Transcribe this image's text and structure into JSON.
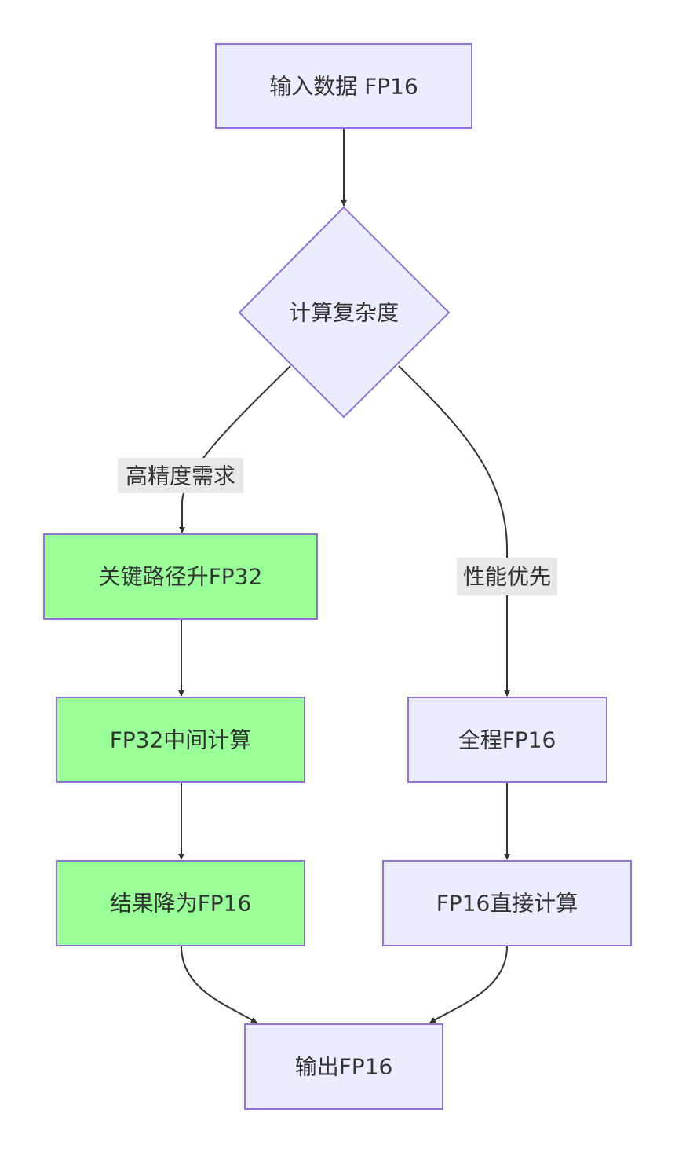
{
  "diagram": {
    "type": "flowchart",
    "nodes": {
      "input": {
        "label": "输入数据 FP16",
        "fill": "#ECECFF",
        "stroke": "#9370DB"
      },
      "decision": {
        "label": "计算复杂度",
        "fill": "#ECECFF",
        "stroke": "#9370DB"
      },
      "upcast": {
        "label": "关键路径升FP32",
        "fill": "#99FF99",
        "stroke": "#9370DB"
      },
      "fp32_compute": {
        "label": "FP32中间计算",
        "fill": "#99FF99",
        "stroke": "#9370DB"
      },
      "downcast": {
        "label": "结果降为FP16",
        "fill": "#99FF99",
        "stroke": "#9370DB"
      },
      "fp16_all": {
        "label": "全程FP16",
        "fill": "#ECECFF",
        "stroke": "#9370DB"
      },
      "fp16_direct": {
        "label": "FP16直接计算",
        "fill": "#ECECFF",
        "stroke": "#9370DB"
      },
      "output": {
        "label": "输出FP16",
        "fill": "#ECECFF",
        "stroke": "#9370DB"
      }
    },
    "edges": {
      "high_precision": {
        "label": "高精度需求",
        "from": "计算复杂度",
        "to": "关键路径升FP32"
      },
      "performance": {
        "label": "性能优先",
        "from": "计算复杂度",
        "to": "全程FP16"
      }
    },
    "colors": {
      "edge": "#333333",
      "edge_label_bg": "#E8E8E8",
      "text": "#333333"
    }
  }
}
